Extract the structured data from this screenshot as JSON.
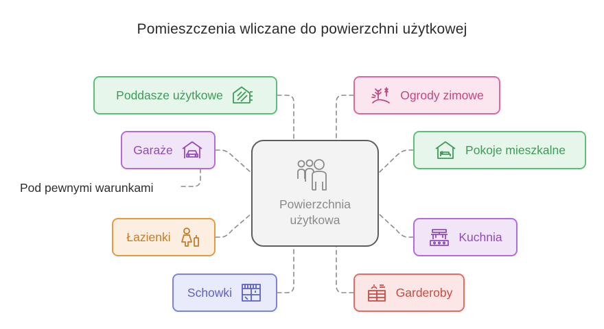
{
  "title": "Pomieszczenia wliczane do powierzchni użytkowej",
  "center": {
    "label": "Powierzchnia użytkowa",
    "icon": "people-group-icon"
  },
  "nodes": [
    {
      "id": "poddasze",
      "label": "Poddasze użytkowe",
      "icon": "attic-icon",
      "color": "#5cc078"
    },
    {
      "id": "ogrody",
      "label": "Ogrody zimowe",
      "icon": "winter-garden-icon",
      "color": "#df67a0"
    },
    {
      "id": "garaze",
      "label": "Garaże",
      "icon": "garage-icon",
      "color": "#b46ad9"
    },
    {
      "id": "pokoje",
      "label": "Pokoje mieszkalne",
      "icon": "house-bed-icon",
      "color": "#5cc078"
    },
    {
      "id": "lazienki",
      "label": "Łazienki",
      "icon": "bathroom-icon",
      "color": "#e8993d"
    },
    {
      "id": "kuchnia",
      "label": "Kuchnia",
      "icon": "kitchen-icon",
      "color": "#b46ad9"
    },
    {
      "id": "schowki",
      "label": "Schowki",
      "icon": "storage-icon",
      "color": "#7b82e0"
    },
    {
      "id": "garderoby",
      "label": "Garderoby",
      "icon": "wardrobe-icon",
      "color": "#e46a62"
    }
  ],
  "note": {
    "label": "Pod pewnymi warunkami",
    "attached_to": "garaze"
  },
  "connector_color": "#8c8c8c"
}
